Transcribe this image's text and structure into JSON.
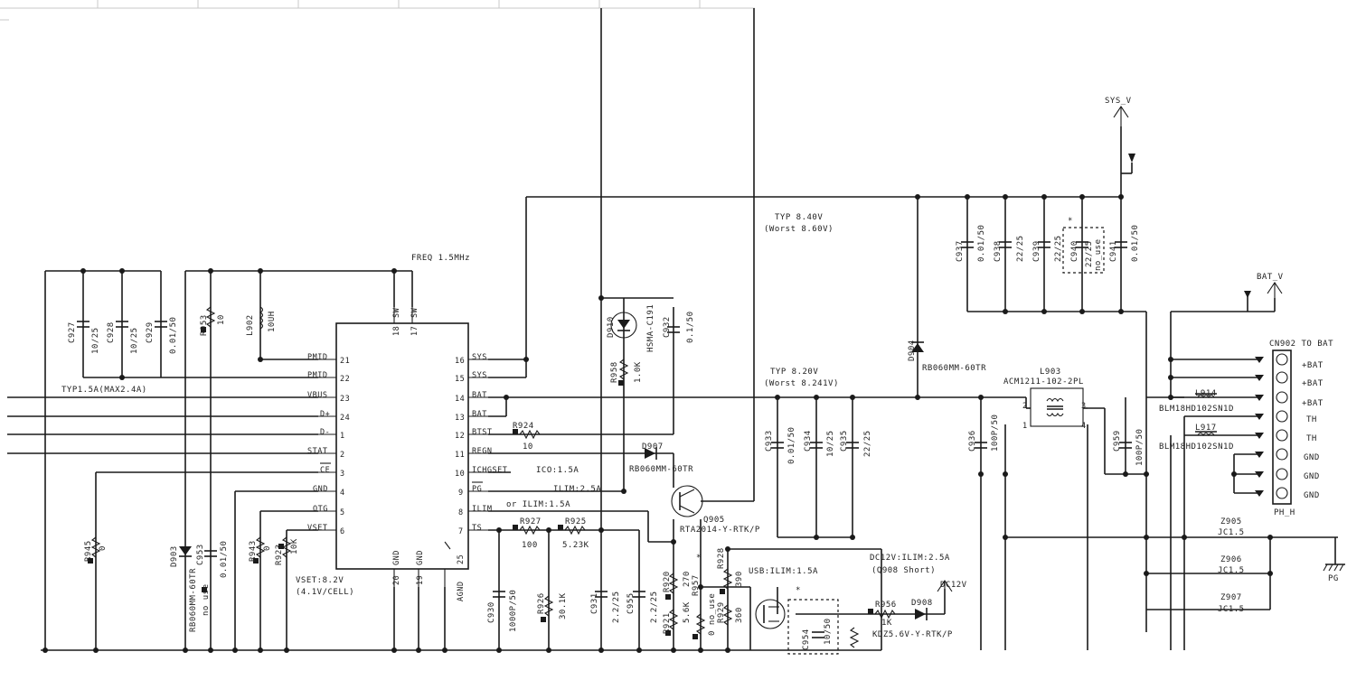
{
  "ic": {
    "left_pins": [
      {
        "name": "PMID",
        "num": "21"
      },
      {
        "name": "PMID",
        "num": "22"
      },
      {
        "name": "VBUS",
        "num": "23"
      },
      {
        "name": "D+",
        "num": "24"
      },
      {
        "name": "D-",
        "num": "1"
      },
      {
        "name": "STAT",
        "num": "2"
      },
      {
        "name": "CE",
        "num": "3"
      },
      {
        "name": "GND",
        "num": "4"
      },
      {
        "name": "OTG",
        "num": "5"
      },
      {
        "name": "VSET",
        "num": "6"
      }
    ],
    "right_pins": [
      {
        "name": "SYS",
        "num": "16"
      },
      {
        "name": "SYS",
        "num": "15"
      },
      {
        "name": "BAT",
        "num": "14"
      },
      {
        "name": "BAT",
        "num": "13"
      },
      {
        "name": "BTST",
        "num": "12"
      },
      {
        "name": "REGN",
        "num": "11"
      },
      {
        "name": "ICHGSET",
        "num": "10"
      },
      {
        "name": "PG",
        "num": "9"
      },
      {
        "name": "ILIM",
        "num": "8"
      },
      {
        "name": "TS",
        "num": "7"
      }
    ],
    "top_pins": [
      {
        "name": "SW",
        "num": "18"
      },
      {
        "name": "SW",
        "num": "17"
      }
    ],
    "bottom_pins": [
      {
        "name": "GND",
        "num": "20"
      },
      {
        "name": "GND",
        "num": "19"
      },
      {
        "name": "AGND",
        "num": "25"
      }
    ]
  },
  "labels": {
    "freq": "FREQ 1.5MHz",
    "typ_in": "TYP1.5A(MAX2.4A)",
    "vset": "VSET:8.2V",
    "vset2": "(4.1V/CELL)",
    "typ_sys": "TYP 8.40V",
    "worst_sys": "(Worst 8.60V)",
    "typ_bat": "TYP 8.20V",
    "worst_bat": "(Worst 8.241V)",
    "ico": "ICO:1.5A",
    "ilim1": "ILIM:2.5A",
    "ilim2": "or ILIM:1.5A",
    "usb_ilim": "USB:ILIM:1.5A",
    "dc12v_ilim": "DC12V:ILIM:2.5A",
    "q908_short": "(Q908 Short)",
    "sys_v": "SYS_V",
    "bat_v": "BAT_V",
    "dc12v": "DC12V",
    "pg": "PG",
    "connector_title": "CN902  TO BAT",
    "connector_sub": "PH_H",
    "star": "*"
  },
  "connector_pins": [
    "+BAT",
    "+BAT",
    "+BAT",
    "TH",
    "TH",
    "GND",
    "GND",
    "GND"
  ],
  "components": {
    "c927": {
      "ref": "C927",
      "val": "10/25"
    },
    "c928": {
      "ref": "C928",
      "val": "10/25"
    },
    "c929": {
      "ref": "C929",
      "val": "0.01/50"
    },
    "r953": {
      "ref": "R953",
      "val": "10"
    },
    "l902": {
      "ref": "L902",
      "val": "10UH"
    },
    "d910": {
      "ref": "D910",
      "val": "HSMA-C191"
    },
    "r958": {
      "ref": "R958",
      "val": "1.0K"
    },
    "c932": {
      "ref": "C932",
      "val": "0.1/50"
    },
    "r924": {
      "ref": "R924",
      "val": "10"
    },
    "d907": {
      "ref": "D907",
      "val": "RB060MM-60TR"
    },
    "q905": {
      "ref": "Q905",
      "val": "RTA2014-Y-RTK/P"
    },
    "r927": {
      "ref": "R927",
      "val": "100"
    },
    "r925": {
      "ref": "R925",
      "val": "5.23K"
    },
    "r945": {
      "ref": "R945",
      "val": "0"
    },
    "d903": {
      "ref": "D903",
      "val": "RB060MM-60TR",
      "note": "no use"
    },
    "c953": {
      "ref": "C953",
      "val": "0.01/50"
    },
    "r943": {
      "ref": "R943",
      "val": "0"
    },
    "r923": {
      "ref": "R923",
      "val": "10K"
    },
    "c930": {
      "ref": "C930",
      "val": "1000P/50"
    },
    "r926": {
      "ref": "R926",
      "val": "30.1K"
    },
    "c931": {
      "ref": "C931",
      "val": "2.2/25"
    },
    "c955": {
      "ref": "C955",
      "val": "2.2/25"
    },
    "r920": {
      "ref": "R920",
      "val": "270"
    },
    "r921": {
      "ref": "R921",
      "val": "5.6K"
    },
    "r928": {
      "ref": "R928",
      "val": "390"
    },
    "r929": {
      "ref": "R929",
      "val": "360"
    },
    "r957": {
      "ref": "R957",
      "val": "0 no_use"
    },
    "c937": {
      "ref": "C937",
      "val": "0.01/50"
    },
    "c938": {
      "ref": "C938",
      "val": "22/25"
    },
    "c939": {
      "ref": "C939",
      "val": "22/25"
    },
    "c940": {
      "ref": "C940",
      "val": "22/25",
      "note": "no_use"
    },
    "c941": {
      "ref": "C941",
      "val": "0.01/50"
    },
    "d904": {
      "ref": "D904",
      "val": "RB060MM-60TR"
    },
    "l903": {
      "ref": "L903",
      "val": "ACM1211-102-2PL"
    },
    "c933": {
      "ref": "C933",
      "val": "0.01/50"
    },
    "c934": {
      "ref": "C934",
      "val": "10/25"
    },
    "c935": {
      "ref": "C935",
      "val": "22/25"
    },
    "c936": {
      "ref": "C936",
      "val": "100P/50"
    },
    "c959": {
      "ref": "C959",
      "val": "100P/50"
    },
    "l914": {
      "ref": "L914",
      "val": "BLM18HD102SN1D"
    },
    "l917": {
      "ref": "L917",
      "val": "BLM18HD102SN1D"
    },
    "z905": {
      "ref": "Z905",
      "val": "JC1.5"
    },
    "z906": {
      "ref": "Z906",
      "val": "JC1.5"
    },
    "z907": {
      "ref": "Z907",
      "val": "JC1.5"
    },
    "r956": {
      "ref": "R956",
      "val": "1K"
    },
    "d908": {
      "ref": "D908",
      "val": "KDZ5.6V-Y-RTK/P"
    },
    "c954": {
      "ref": "C954",
      "val": "10/50"
    }
  }
}
